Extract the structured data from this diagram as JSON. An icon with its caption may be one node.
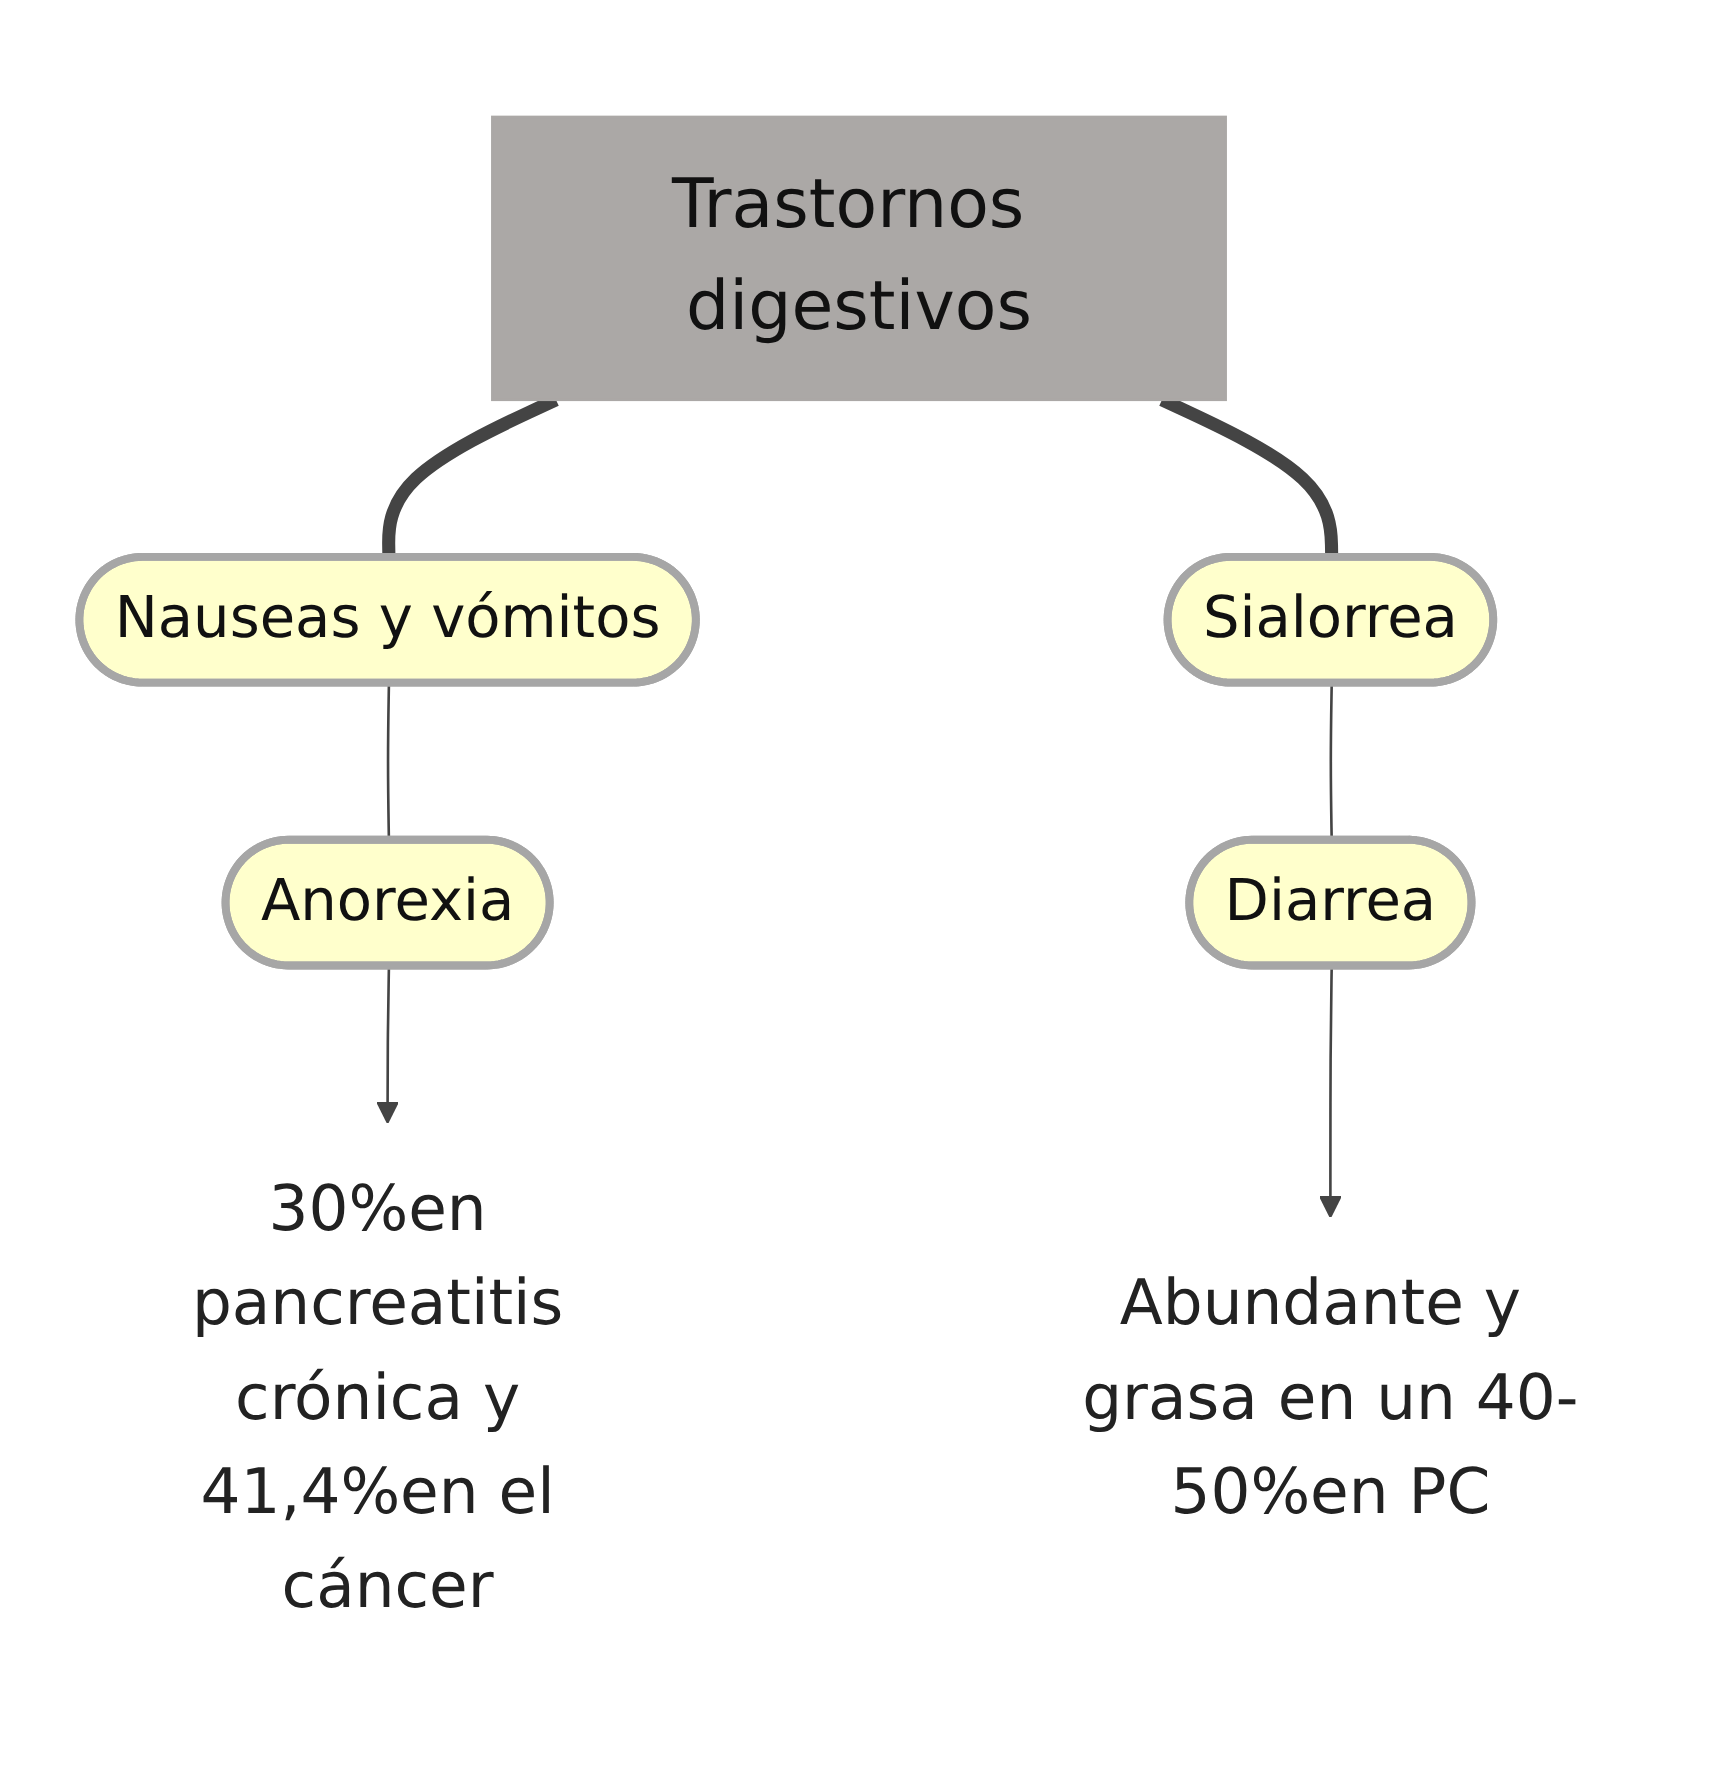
{
  "diagram": {
    "nodes": [
      {
        "text": [
          "Trastornos digestivos"
        ]
      },
      {
        "text": [
          "Nauseas y vómitos"
        ]
      },
      {
        "text": [
          "Sialorrea"
        ]
      },
      {
        "text": [
          "Anorexia"
        ]
      },
      {
        "text": [
          "Diarrea"
        ]
      },
      {
        "text": [
          "30%en pancreatitis crónica y 41,4%en el cáncer"
        ]
      },
      {
        "text": [
          "Abundante y grasa en un 40-50%en PC"
        ]
      }
    ],
    "edges": [
      {
        "from": 0,
        "to": 1,
        "arrow": "none",
        "style": "thick"
      },
      {
        "from": 0,
        "to": 2,
        "arrow": "none",
        "style": "thick"
      },
      {
        "from": 1,
        "to": 3,
        "arrow": "none"
      },
      {
        "from": 2,
        "to": 4,
        "arrow": "none"
      },
      {
        "from": 3,
        "to": 5,
        "arrow": "to"
      },
      {
        "from": 4,
        "to": 6,
        "arrow": "to"
      }
    ]
  }
}
